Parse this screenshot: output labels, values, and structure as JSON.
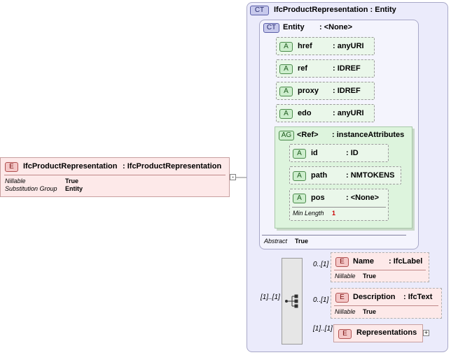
{
  "root_element": {
    "badge": "E",
    "name": "IfcProductRepresentation",
    "type": ": IfcProductRepresentation",
    "props": [
      {
        "key": "Nillable",
        "value": "True"
      },
      {
        "key": "Substitution Group",
        "value": "Entity"
      }
    ]
  },
  "complex_type": {
    "badge": "CT",
    "title": "IfcProductRepresentation : Entity"
  },
  "base_type": {
    "badge": "CT",
    "name": "Entity",
    "type": ": <None>",
    "abstract_key": "Abstract",
    "abstract_value": "True"
  },
  "attributes": [
    {
      "badge": "A",
      "name": "href",
      "type": ": anyURI"
    },
    {
      "badge": "A",
      "name": "ref",
      "type": ": IDREF"
    },
    {
      "badge": "A",
      "name": "proxy",
      "type": ": IDREF"
    },
    {
      "badge": "A",
      "name": "edo",
      "type": ": anyURI"
    }
  ],
  "attribute_group": {
    "badge": "AG",
    "name": "<Ref>",
    "type": ": instanceAttributes",
    "attributes": [
      {
        "badge": "A",
        "name": "id",
        "type": ": ID"
      },
      {
        "badge": "A",
        "name": "path",
        "type": ": NMTOKENS"
      },
      {
        "badge": "A",
        "name": "pos",
        "type": ": <None>",
        "prop_key": "Min Length",
        "prop_value": "1"
      }
    ]
  },
  "sequence": {
    "multiplicity": "[1]..[1]"
  },
  "children": [
    {
      "badge": "E",
      "name": "Name",
      "type": ": IfcLabel",
      "multiplicity": "0..[1]",
      "prop_key": "Nillable",
      "prop_value": "True"
    },
    {
      "badge": "E",
      "name": "Description",
      "type": ": IfcText",
      "multiplicity": "0..[1]",
      "prop_key": "Nillable",
      "prop_value": "True"
    },
    {
      "badge": "E",
      "name": "Representations",
      "type": "",
      "multiplicity": "[1]..[1]"
    }
  ],
  "colors": {
    "element_fill": "#fde9e9",
    "attribute_fill": "#eaf7ea",
    "complex_type_fill": "#ebebfb"
  }
}
